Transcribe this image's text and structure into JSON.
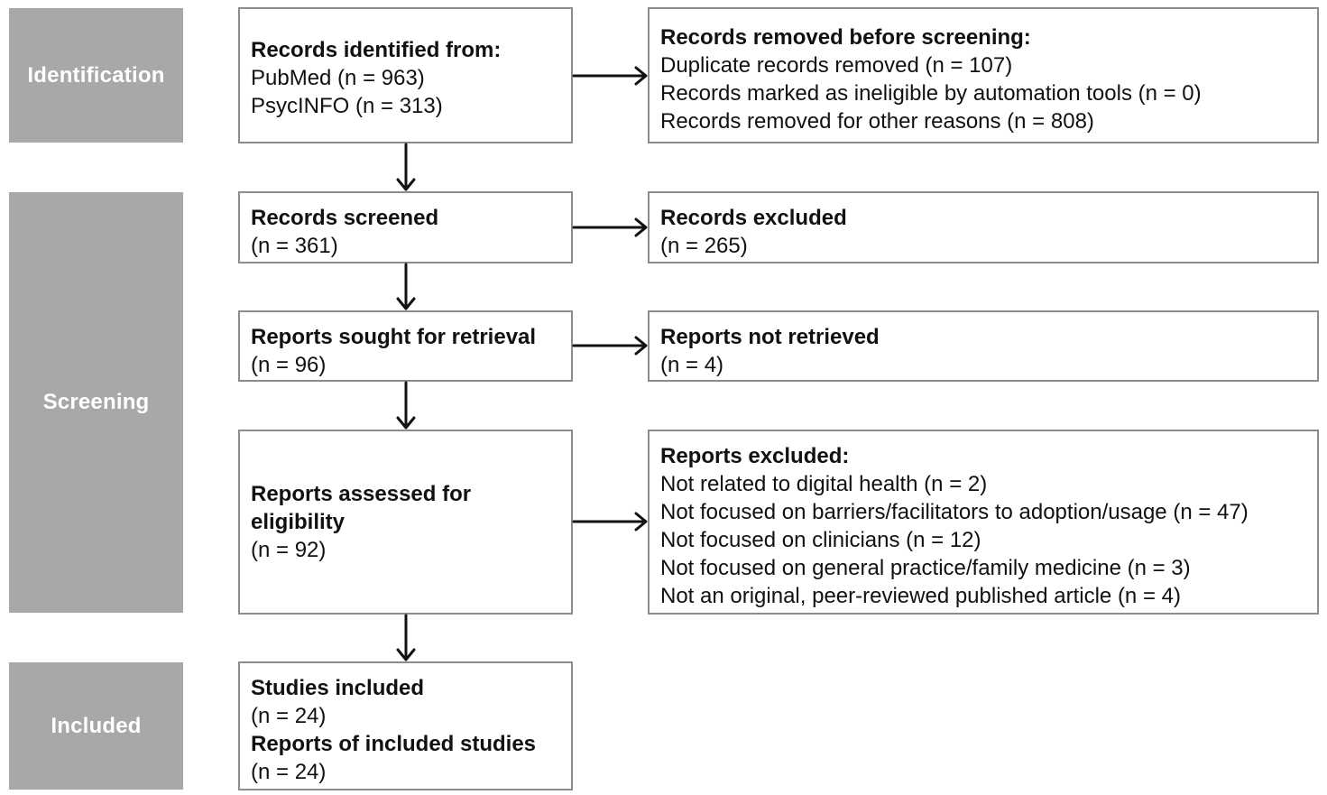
{
  "stages": {
    "identification": "Identification",
    "screening": "Screening",
    "included": "Included"
  },
  "identified": {
    "title": "Records identified from:",
    "lines": [
      "PubMed (n = 963)",
      "PsycINFO (n = 313)"
    ]
  },
  "removed": {
    "title": "Records removed before screening:",
    "lines": [
      "Duplicate records removed  (n = 107)",
      "Records marked as ineligible by automation tools (n = 0)",
      "Records removed for other reasons (n = 808)"
    ]
  },
  "screened": {
    "title": "Records screened",
    "count": "(n = 361)"
  },
  "excluded": {
    "title": "Records excluded",
    "count": "(n = 265)"
  },
  "sought": {
    "title": "Reports sought for retrieval",
    "count": "(n = 96)"
  },
  "not_retrieved": {
    "title": "Reports not retrieved",
    "count": "(n = 4)"
  },
  "assessed": {
    "title_line1": "Reports assessed for",
    "title_line2": "eligibility",
    "count": "(n = 92)"
  },
  "reports_excluded": {
    "title": "Reports excluded:",
    "lines": [
      "Not related to digital health (n = 2)",
      "Not focused on barriers/facilitators to adoption/usage (n = 47)",
      "Not focused on clinicians (n = 12)",
      "Not focused on general practice/family medicine (n = 3)",
      "Not an original, peer-reviewed published article (n = 4)"
    ]
  },
  "included": {
    "studies_title": "Studies included",
    "studies_count": "(n = 24)",
    "reports_title": "Reports of included studies",
    "reports_count": "(n = 24)"
  }
}
